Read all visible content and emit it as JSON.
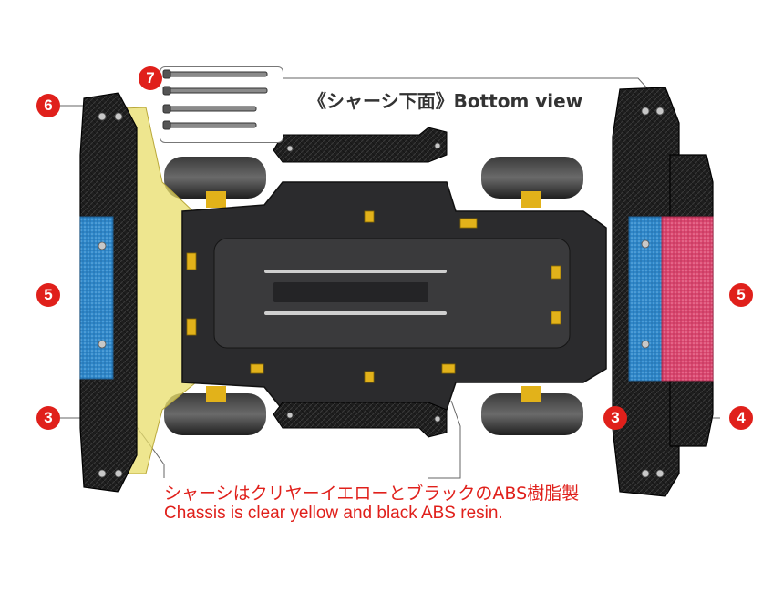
{
  "title": "《シャーシ下面》Bottom view",
  "caption": {
    "jp": "シャーシはクリヤーイエローとブラックのABS樹脂製",
    "en": "Chassis is clear yellow and black ABS resin."
  },
  "callouts": {
    "c6": "6",
    "c7": "7",
    "c5_left": "5",
    "c3_left": "3",
    "c5_right": "5",
    "c3_right": "3",
    "c4_right": "4"
  },
  "colors": {
    "callout_red": "#e0201b",
    "chassis_black": "#2b2b2d",
    "clear_yellow": "#e8de6a",
    "roller_blue": "#2f86c8",
    "roller_pink": "#d9476f",
    "wheel_gold": "#e2b21a",
    "carbon": "#1c1c1c"
  }
}
